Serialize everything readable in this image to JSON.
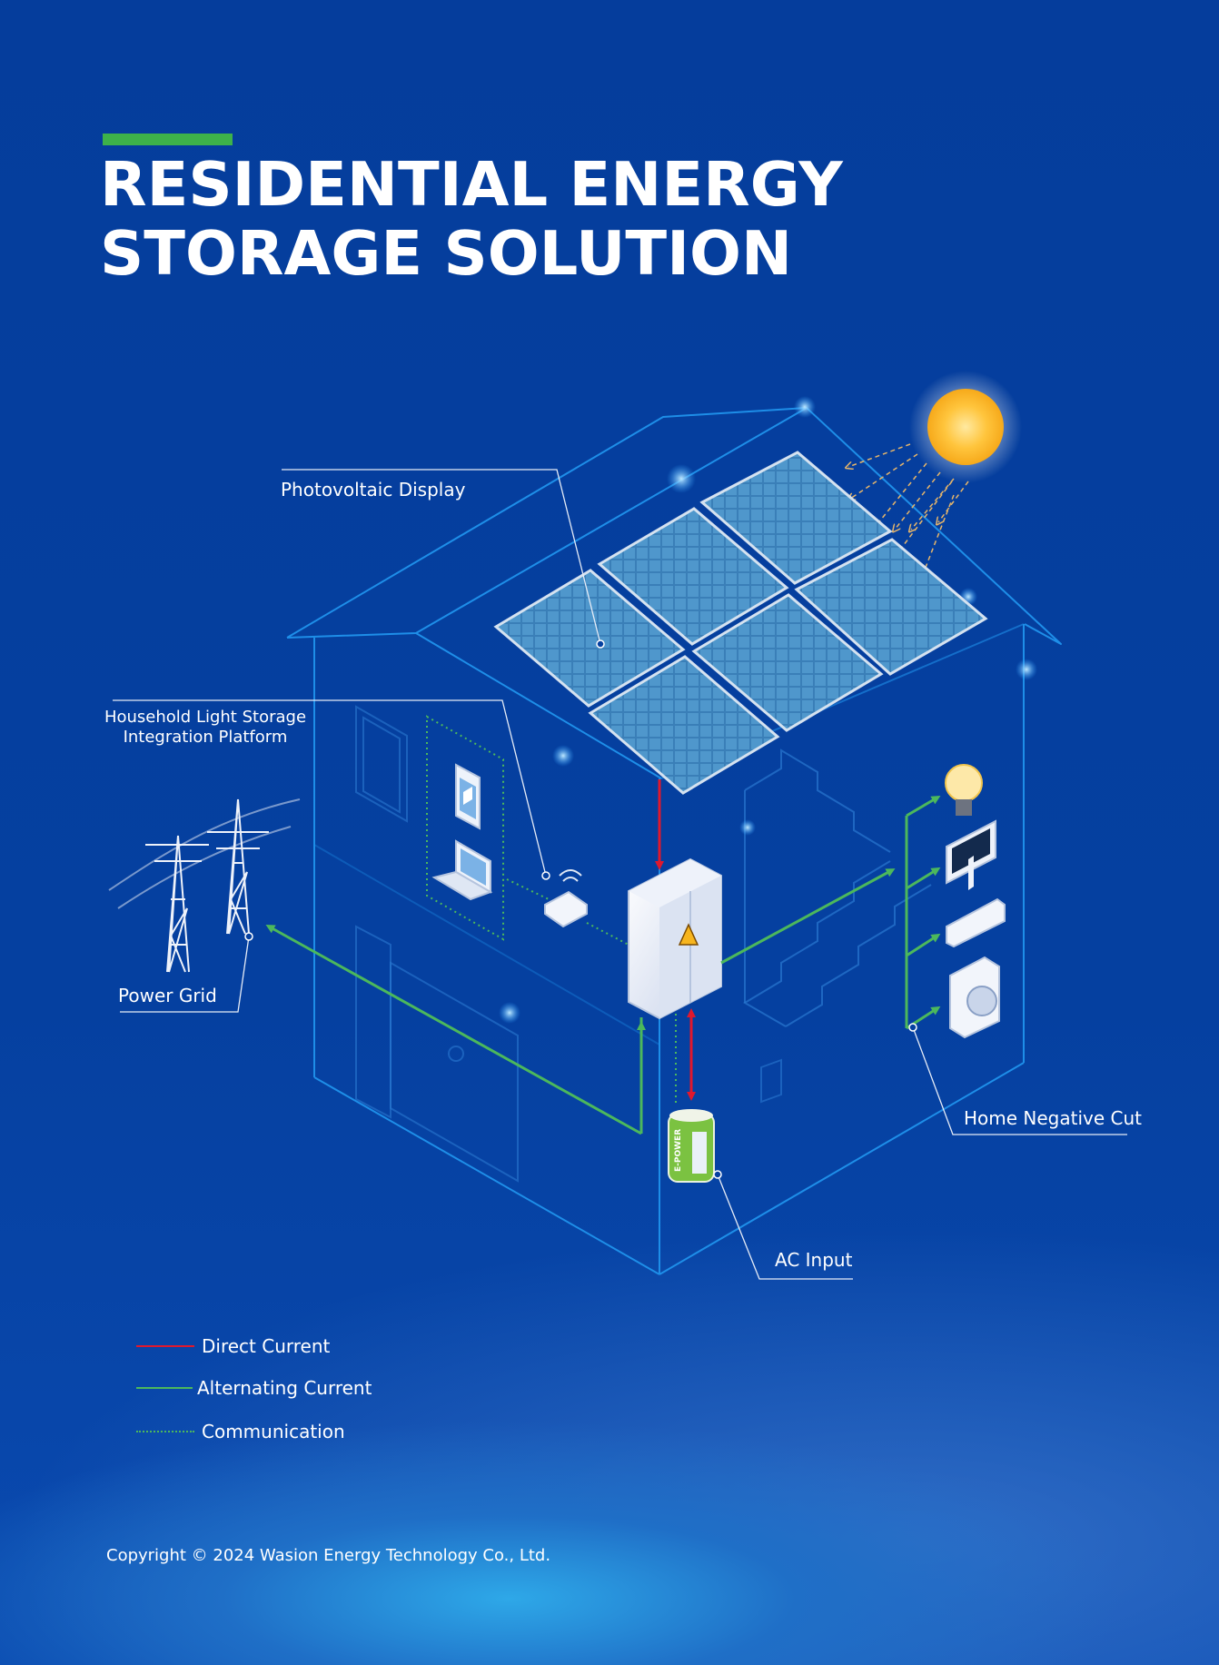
{
  "title": {
    "line1": "RESIDENTIAL ENERGY",
    "line2": "STORAGE SOLUTION"
  },
  "colors": {
    "background": "#0540a0",
    "accent_green": "#3db24a",
    "direct_current": "#e0182d",
    "alternating_current": "#4cb85c",
    "communication": "#4cb85c",
    "house_outline": "#1e8ee8"
  },
  "labels": {
    "photovoltaic_display": "Photovoltaic Display",
    "household_platform_line1": "Household Light Storage",
    "household_platform_line2": "Integration Platform",
    "power_grid": "Power Grid",
    "home_negative_cut": "Home Negative Cut",
    "ac_input": "AC Input",
    "battery_brand": "E-POWER"
  },
  "legend": [
    {
      "label": "Direct Current",
      "style": "solid",
      "color": "#e0182d"
    },
    {
      "label": "Alternating Current",
      "style": "solid",
      "color": "#4cb85c"
    },
    {
      "label": "Communication",
      "style": "dotted",
      "color": "#4cb85c"
    }
  ],
  "icons": [
    "sun-icon",
    "solar-panel-icon",
    "power-tower-icon",
    "tablet-icon",
    "laptop-icon",
    "router-icon",
    "inverter-cabinet-icon",
    "battery-icon",
    "light-bulb-icon",
    "monitor-icon",
    "air-conditioner-icon",
    "washing-machine-icon",
    "stairs-icon",
    "door-icon",
    "window-icon"
  ],
  "copyright": "Copyright © 2024 Wasion Energy Technology Co., Ltd."
}
